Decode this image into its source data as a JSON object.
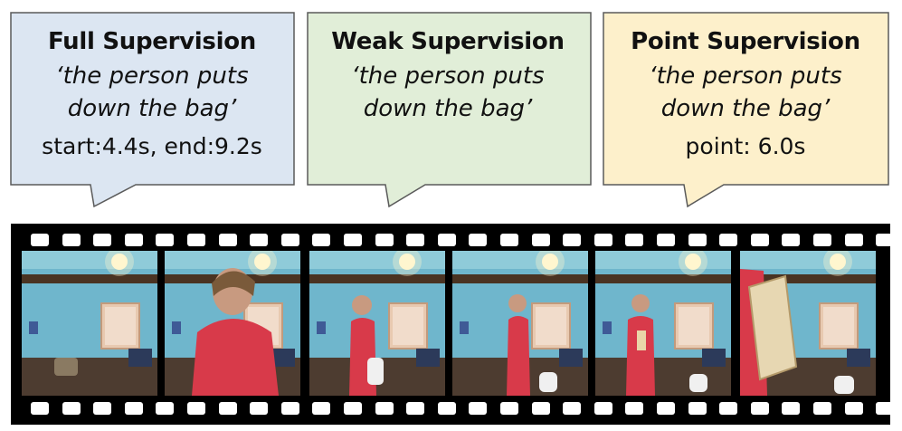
{
  "callouts": [
    {
      "title": "Full Supervision",
      "quote_open": "‘",
      "quote_line1": "the person puts",
      "quote_line2": "down the bag",
      "quote_close": "’",
      "meta": "start:4.4s, end:9.2s",
      "color": "#dce6f2"
    },
    {
      "title": "Weak Supervision",
      "quote_open": "‘",
      "quote_line1": "the person puts",
      "quote_line2": "down the bag",
      "quote_close": "’",
      "meta": "",
      "color": "#e1eed8"
    },
    {
      "title": "Point Supervision",
      "quote_open": "‘",
      "quote_line1": "the person puts",
      "quote_line2": "down the bag",
      "quote_close": "’",
      "meta": "point: 6.0s",
      "color": "#fdf0cb"
    }
  ],
  "filmstrip": {
    "frames": [
      {
        "person": "none"
      },
      {
        "person": "close"
      },
      {
        "person": "standing-bag"
      },
      {
        "person": "walking"
      },
      {
        "person": "holding-object"
      },
      {
        "person": "paper-close"
      }
    ],
    "colors": {
      "strip": "#000000",
      "wall": "#6fb6cc",
      "ceiling_beam": "#4a3322",
      "person_shirt": "#d83a4a",
      "bag": "#f0f0f0"
    }
  }
}
